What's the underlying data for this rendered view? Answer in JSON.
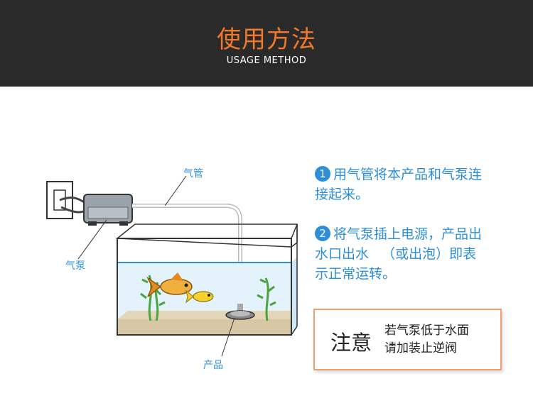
{
  "header": {
    "title": "使用方法",
    "subtitle": "USAGE METHOD"
  },
  "diagram": {
    "label_tube": "气管",
    "label_pump": "气泵",
    "label_product": "产品"
  },
  "steps": [
    {
      "number": "1",
      "text_line1": "用气管将本产品和气泵连",
      "text_line2": "接起来。"
    },
    {
      "number": "2",
      "text_line1": "将气泵插上电源，产品出",
      "text_line2": "水口出水   （或出泡）即表",
      "text_line3": "示正常运转。"
    }
  ],
  "note": {
    "title": "注意",
    "line1": "若气泵低于水面",
    "line2": "请加装止逆阀"
  },
  "colors": {
    "accent_orange": "#f0782a",
    "accent_blue": "#2e8fd8",
    "header_bg": "#2a2a2a"
  }
}
